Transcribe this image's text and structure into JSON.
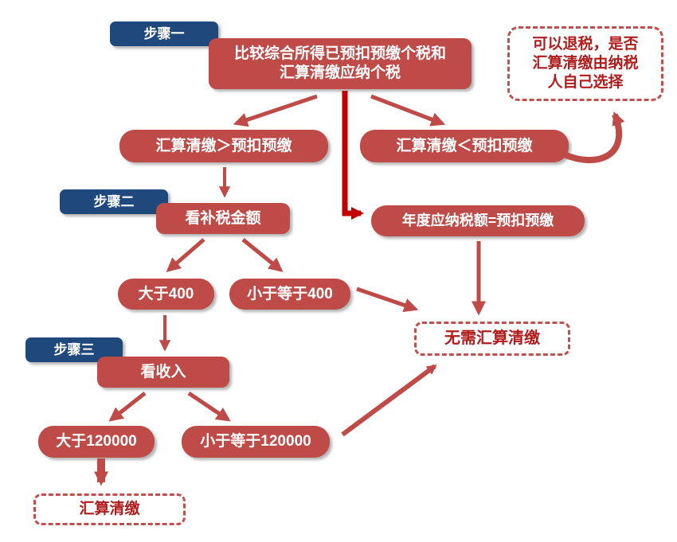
{
  "colors": {
    "node_red": "#BE4B48",
    "node_blue": "#1F497D",
    "arrow_red": "#BE4B48",
    "elbow_arrow_red": "#C00000",
    "dotted_text_red": "#B01C1C",
    "dotted_border_red": "#C0504D"
  },
  "steps": {
    "step1": "步骤一",
    "step2": "步骤二",
    "step3": "步骤三"
  },
  "nodes": {
    "compare": {
      "line1": "比较综合所得已预扣预缴个税和",
      "line2": "汇算清缴应纳个税"
    },
    "refund_note": {
      "lines": [
        "可以退税，是否",
        "汇算清缴由纳税",
        "人自己选择"
      ]
    },
    "settle_gt_withheld": "汇算清缴＞预扣预缴",
    "settle_lt_withheld": "汇算清缴＜预扣预缴",
    "check_tax_amount": "看补税金额",
    "annual_equals_withheld": "年度应纳税额=预扣预缴",
    "gt_400": "大于400",
    "le_400": "小于等于400",
    "no_need_settle": "无需汇算清缴",
    "check_income": "看收入",
    "gt_120000": "大于120000",
    "le_120000": "小于等于120000",
    "settle": "汇算清缴"
  }
}
